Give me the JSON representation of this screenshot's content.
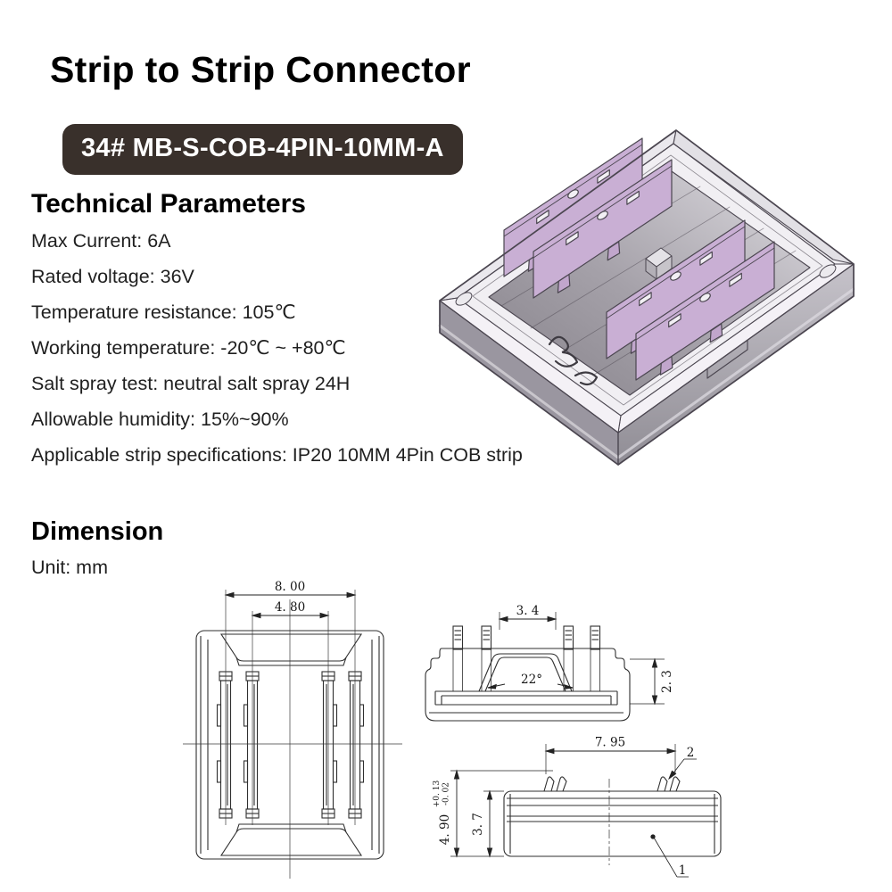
{
  "page_title": "Strip to Strip Connector",
  "model_badge": "34# MB-S-COB-4PIN-10MM-A",
  "technical": {
    "heading": "Technical Parameters",
    "items": [
      "Max Current: 6A",
      "Rated voltage: 36V",
      "Temperature resistance: 105℃",
      "Working temperature: -20℃ ~ +80℃",
      "Salt spray test: neutral salt spray 24H",
      "Allowable humidity: 15%~90%",
      "Applicable strip specifications: IP20 10MM 4Pin COB strip"
    ]
  },
  "dimension": {
    "heading": "Dimension",
    "unit": "Unit: mm",
    "top_view": {
      "outer_width": "8. 00",
      "inner_width": "4. 80"
    },
    "front_view": {
      "top_width": "3. 4",
      "angle": "22°",
      "lip_height": "2. 3"
    },
    "side_view": {
      "clip_span": "7. 95",
      "overall_height": "4. 90",
      "tolerance_plus": "+0. 13",
      "tolerance_minus": "-0. 02",
      "body_height": "3. 7",
      "callout_housing": "1",
      "callout_clip": "2"
    }
  },
  "illustration": {
    "description": "isometric transparent LED strip connector with 4 purple contact strips",
    "strip_color": "#c9afd4",
    "housing_shade": "#9a96a0"
  },
  "colors": {
    "badge_bg": "#39302b",
    "badge_text": "#ffffff",
    "heading_text": "#000000",
    "body_text": "#1f1f1f",
    "drawing_line": "#2f2f2f"
  }
}
